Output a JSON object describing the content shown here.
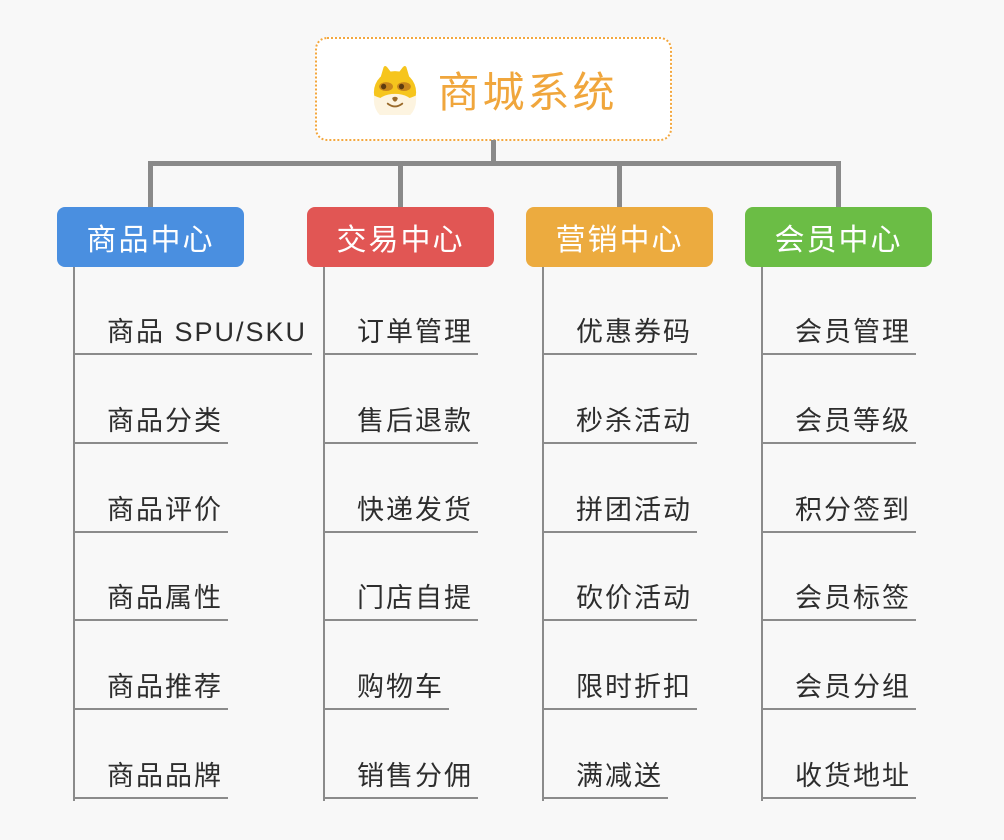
{
  "page": {
    "background_color": "#f8f8f8",
    "connector_color": "#8a8a8a"
  },
  "root": {
    "title": "商城系统",
    "accent_color": "#f0a63c",
    "border_color": "#f3a73e",
    "icon": "dog-face-icon"
  },
  "branches": [
    {
      "label": "商品中心",
      "color": "#4a8fe0",
      "children": [
        "商品 SPU/SKU",
        "商品分类",
        "商品评价",
        "商品属性",
        "商品推荐",
        "商品品牌"
      ]
    },
    {
      "label": "交易中心",
      "color": "#e15654",
      "children": [
        "订单管理",
        "售后退款",
        "快递发货",
        "门店自提",
        "购物车",
        "销售分佣"
      ]
    },
    {
      "label": "营销中心",
      "color": "#ecab3f",
      "children": [
        "优惠券码",
        "秒杀活动",
        "拼团活动",
        "砍价活动",
        "限时折扣",
        "满减送"
      ]
    },
    {
      "label": "会员中心",
      "color": "#6bbd45",
      "children": [
        "会员管理",
        "会员等级",
        "积分签到",
        "会员标签",
        "会员分组",
        "收货地址"
      ]
    }
  ]
}
